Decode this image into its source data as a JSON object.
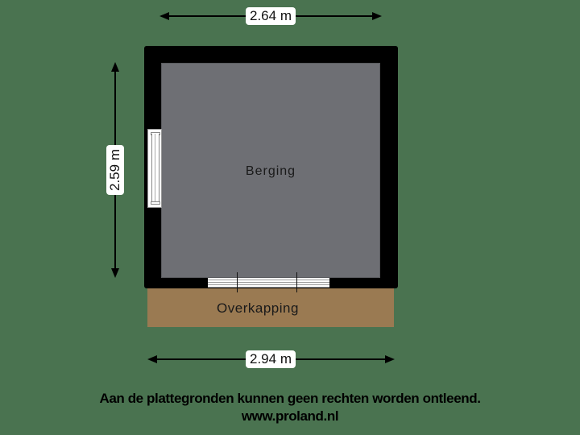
{
  "floorplan": {
    "rooms": [
      {
        "name": "Berging",
        "fill": "#6e6f74"
      },
      {
        "name": "Overkapping",
        "fill": "#9a7a52"
      }
    ],
    "dimensions": {
      "top_width": "2.64 m",
      "left_height": "2.59 m",
      "bottom_width": "2.94 m"
    },
    "colors": {
      "background": "#4a7350",
      "wall": "#000000"
    }
  },
  "footer": {
    "disclaimer": "Aan de plattegronden kunnen geen rechten worden ontleend.",
    "website": "www.proland.nl"
  }
}
